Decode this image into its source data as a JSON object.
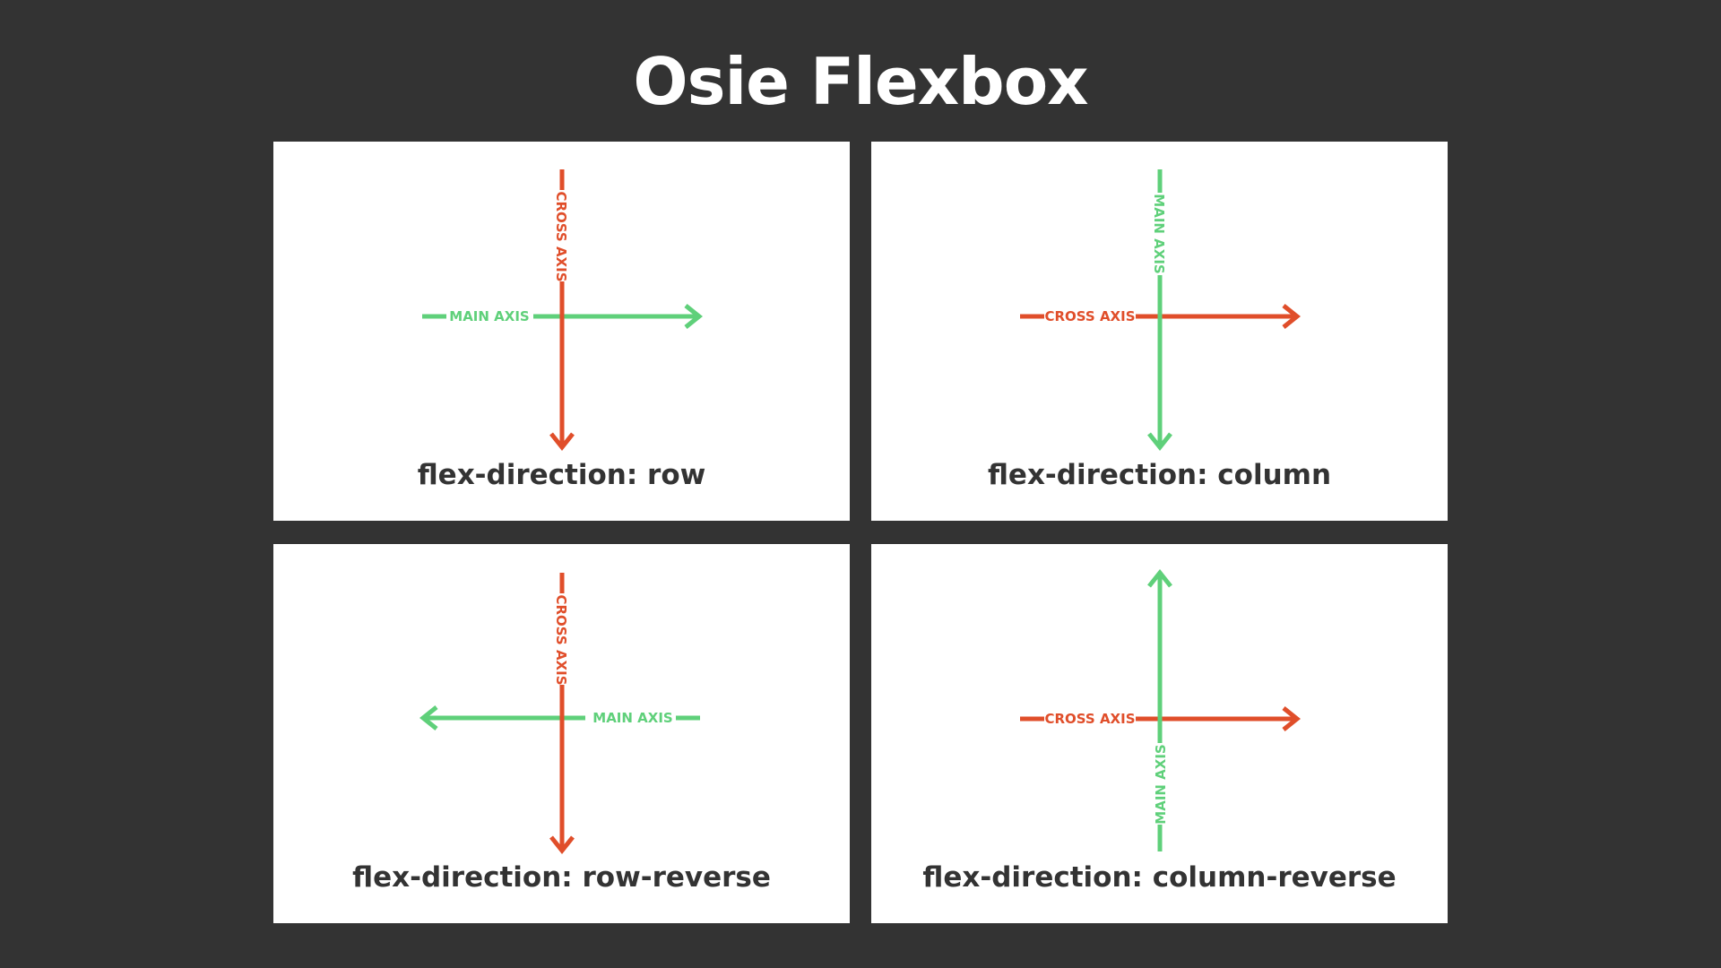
{
  "title": "Osie Flexbox",
  "colors": {
    "background": "#333333",
    "panel": "#ffffff",
    "main_axis": "#5fd07a",
    "cross_axis": "#e04e2a",
    "label_text": "#333333"
  },
  "axis_labels": {
    "main": "MAIN AXIS",
    "cross": "CROSS AXIS"
  },
  "panels": [
    {
      "label": "flex-direction: row",
      "main_axis_direction": "right",
      "cross_axis_direction": "down"
    },
    {
      "label": "flex-direction: column",
      "main_axis_direction": "down",
      "cross_axis_direction": "right"
    },
    {
      "label": "flex-direction: row-reverse",
      "main_axis_direction": "left",
      "cross_axis_direction": "down"
    },
    {
      "label": "flex-direction: column-reverse",
      "main_axis_direction": "up",
      "cross_axis_direction": "right"
    }
  ]
}
